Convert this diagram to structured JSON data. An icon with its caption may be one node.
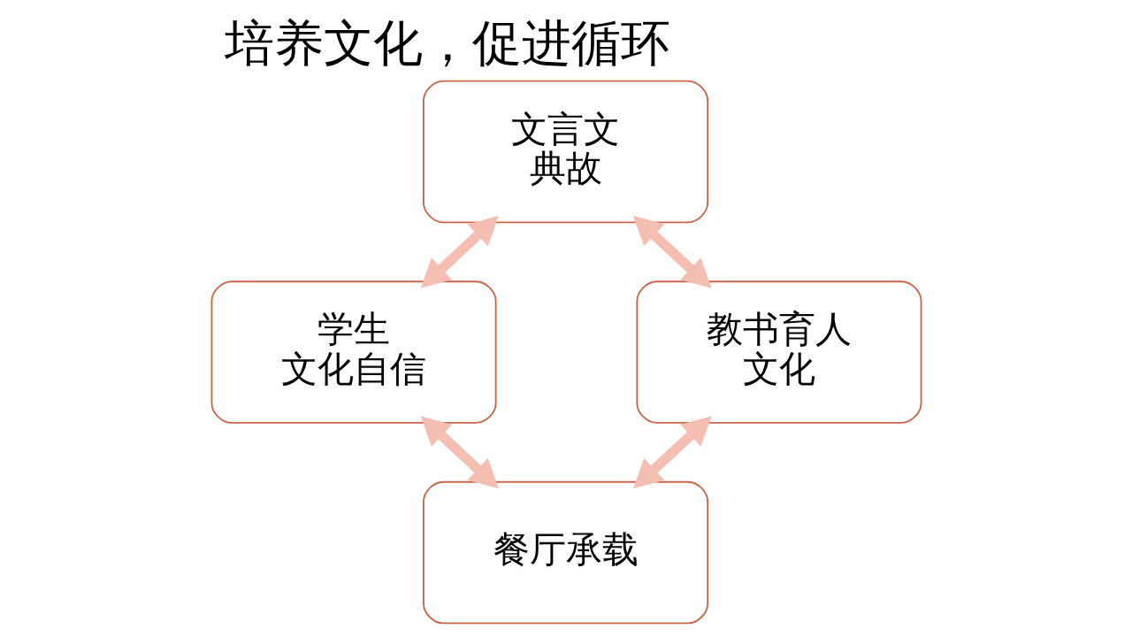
{
  "diagram": {
    "title": "培养文化，促进循环",
    "nodes": [
      {
        "text": [
          "文言文",
          "典故"
        ]
      },
      {
        "text": [
          "学生",
          "文化自信"
        ]
      },
      {
        "text": [
          "教书育人",
          "文化"
        ]
      },
      {
        "text": [
          "餐厅承载"
        ]
      }
    ],
    "edges": [
      {
        "from": 0,
        "to": 1,
        "arrow": "both"
      },
      {
        "from": 0,
        "to": 2,
        "arrow": "both"
      },
      {
        "from": 1,
        "to": 3,
        "arrow": "both"
      },
      {
        "from": 2,
        "to": 3,
        "arrow": "both"
      }
    ]
  }
}
